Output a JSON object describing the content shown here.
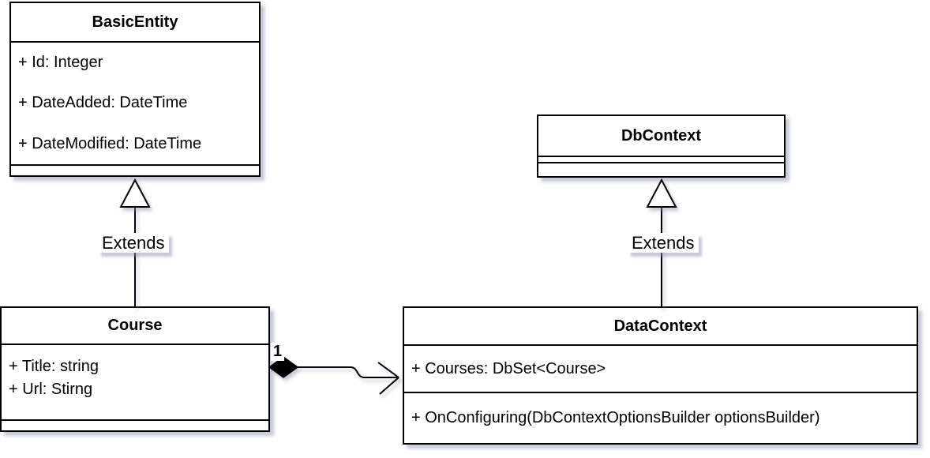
{
  "diagram": {
    "kind": "uml-class-diagram",
    "colors": {
      "background": "#ffffff",
      "stroke": "#000000",
      "text": "#000000",
      "shadow": "#9191b4"
    }
  },
  "classes": {
    "basic_entity": {
      "name": "BasicEntity",
      "attributes": [
        "+ Id: Integer",
        "+ DateAdded: DateTime",
        "+ DateModified: DateTime"
      ],
      "methods": []
    },
    "db_context": {
      "name": "DbContext",
      "attributes": [],
      "methods": []
    },
    "course": {
      "name": "Course",
      "attributes": [
        "+ Title: string",
        "+ Url: Stirng"
      ],
      "methods": []
    },
    "data_context": {
      "name": "DataContext",
      "attributes": [
        "+ Courses: DbSet<Course>"
      ],
      "methods": [
        "+ OnConfiguring(DbContextOptionsBuilder optionsBuilder)"
      ]
    }
  },
  "relationships": {
    "course_extends_basicentity": {
      "type": "generalization",
      "label": "Extends",
      "from": "Course",
      "to": "BasicEntity"
    },
    "datacontext_extends_dbcontext": {
      "type": "generalization",
      "label": "Extends",
      "from": "DataContext",
      "to": "DbContext"
    },
    "course_datacontext": {
      "type": "composition",
      "multiplicity": "1",
      "from": "Course",
      "to": "DataContext"
    }
  }
}
